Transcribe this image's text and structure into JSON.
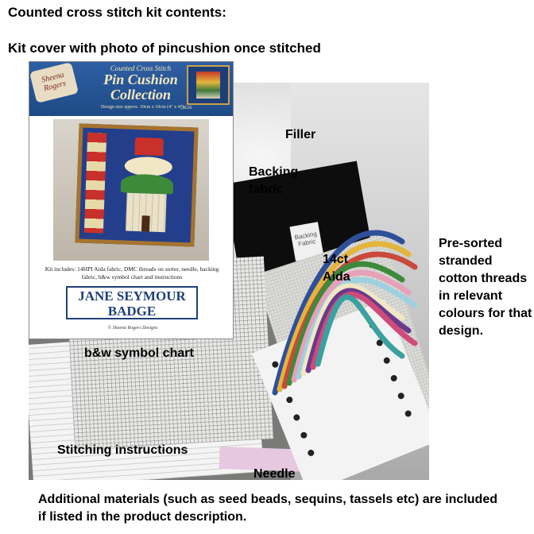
{
  "heading": "Counted cross stitch kit contents:",
  "subheading": "Kit cover with photo of pincushion once stitched",
  "cover": {
    "pretitle": "Counted Cross Stitch",
    "title_line1": "Pin Cushion",
    "title_line2": "Collection",
    "brand_line1": "Sheena",
    "brand_line2": "Rogers",
    "design_size": "Design size approx. 10cm x 10cm (4\" x 4\")",
    "code": "CK26",
    "includes": "Kit includes: 14HPI Aida fabric, DMC threads on sorter, needle, backing fabric, b&w symbol chart and instructions",
    "design_name_line1": "JANE SEYMOUR",
    "design_name_line2": "BADGE",
    "copyright": "© Sheena Rogers Designs"
  },
  "photo_labels": {
    "filler": "Filler",
    "backing_line1": "Backing",
    "backing_line2": "fabric",
    "backing_tag": "Backing Fabric",
    "aida_line1": "14ct",
    "aida_line2": "Aida",
    "chart": "b&w symbol chart",
    "instructions": "Stitching instructions",
    "needle": "Needle"
  },
  "side_note": "Pre-sorted stranded cotton threads in relevant colours for that design.",
  "footer_note": "Additional materials (such as seed beads, sequins, tassels etc) are included if listed in the product description.",
  "thread_colors": [
    "#2f4f9a",
    "#e3b53c",
    "#c94a3a",
    "#3d8a3a",
    "#e6a0b8",
    "#9fd0e0",
    "#f1e7c4",
    "#6a3a8a",
    "#d04a7a",
    "#3aa0a0"
  ]
}
